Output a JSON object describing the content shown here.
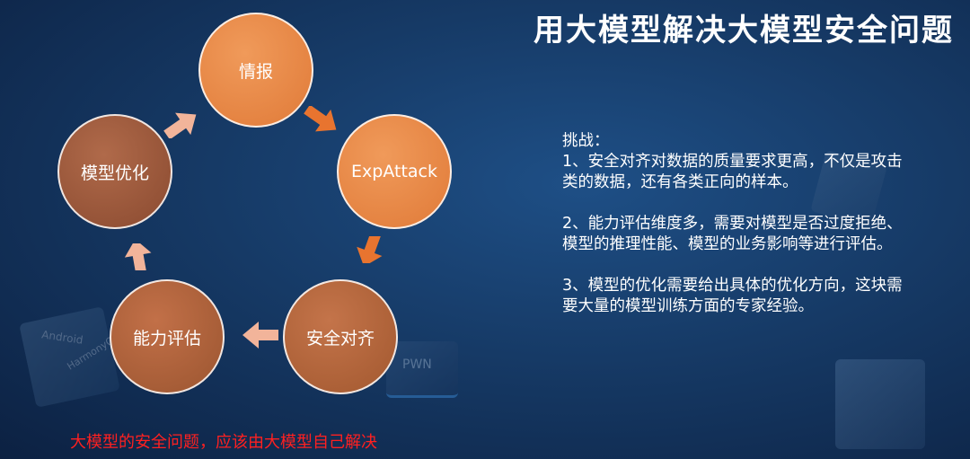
{
  "title": "用大模型解决大模型安全问题",
  "cycle": {
    "nodes": [
      "情报",
      "ExpAttack",
      "安全对齐",
      "能力评估",
      "模型优化"
    ]
  },
  "caption": "大模型的安全问题，应该由大模型自己解决",
  "challenges": {
    "heading": "挑战：",
    "items": [
      "1、安全对齐对数据的质量要求更高，不仅是攻击类的数据，还有各类正向的样本。",
      "2、能力评估维度多，需要对模型是否过度拒绝、模型的推理性能、模型的业务影响等进行评估。",
      "3、模型的优化需要给出具体的优化方向，这块需要大量的模型训练方面的专家经验。"
    ]
  },
  "background": {
    "deco_labels": [
      "Android",
      "HarmonyOS",
      "PWN"
    ]
  },
  "colors": {
    "node_orange": "#e07a38",
    "node_brown": "#8a4a30",
    "arrow_orange": "#e8742f",
    "arrow_light": "#f2b49a",
    "caption": "#ff2020"
  }
}
